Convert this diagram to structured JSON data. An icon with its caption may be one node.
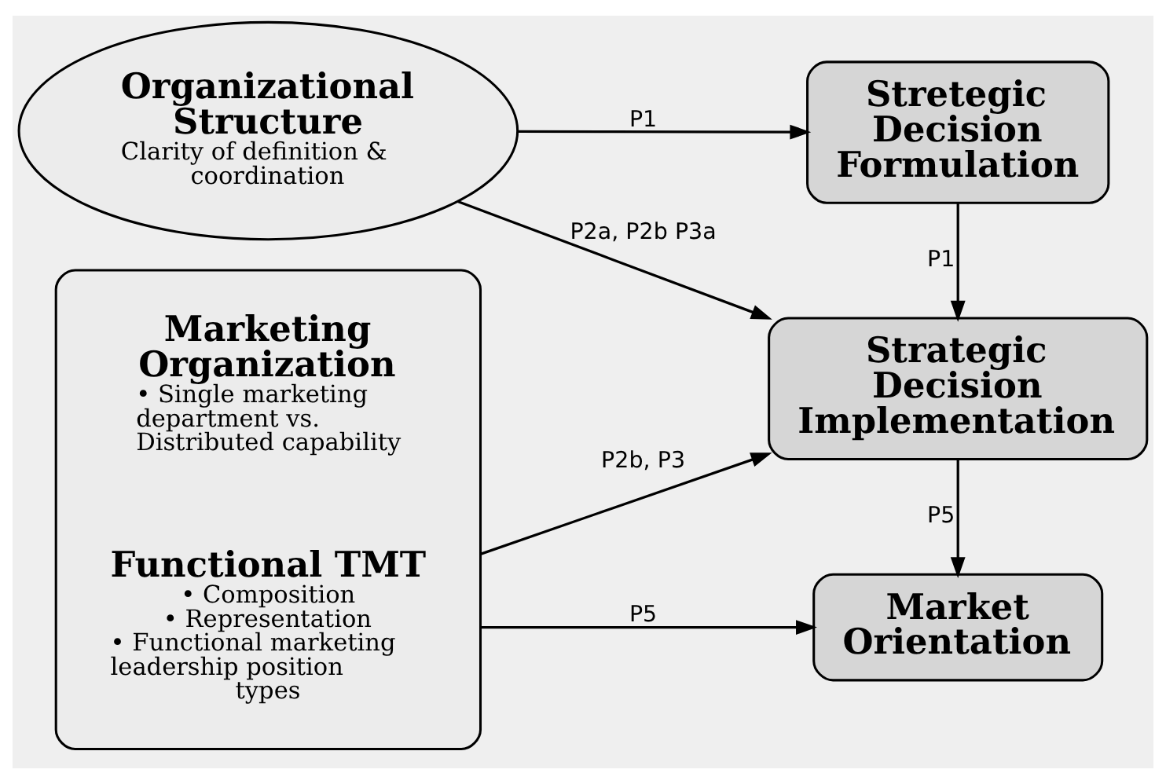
{
  "diagram": {
    "nodes": [
      {
        "text": [
          "Organizational Structure",
          "Clarity of definition & coordination"
        ]
      },
      {
        "text": [],
        "shape": "box"
      },
      {
        "text": [
          "Marketing Organization",
          "• Single marketing department vs. Distributed capability"
        ],
        "in": 1
      },
      {
        "text": [
          "Functional TMT",
          "• Composition",
          "• Representation",
          "• Functional marketing leadership position types"
        ],
        "in": 1
      },
      {
        "text": [
          "Stretegic Decision Formulation"
        ]
      },
      {
        "text": [
          "Strategic Decision Implementation"
        ]
      },
      {
        "text": [
          "Market Orientation"
        ]
      }
    ],
    "edges": [
      {
        "from": 0,
        "to": 4,
        "arrow": "to",
        "label": "P1"
      },
      {
        "from": 4,
        "to": 5,
        "arrow": "to",
        "label": "P1"
      },
      {
        "from": 0,
        "to": 5,
        "arrow": "to",
        "label": "P2a, P2b P3a"
      },
      {
        "from": 1,
        "to": 5,
        "arrow": "to",
        "label": "P2b, P3"
      },
      {
        "from": 5,
        "to": 6,
        "arrow": "to",
        "label": "P5"
      },
      {
        "from": 1,
        "to": 6,
        "arrow": "to",
        "label": "P5"
      }
    ]
  }
}
